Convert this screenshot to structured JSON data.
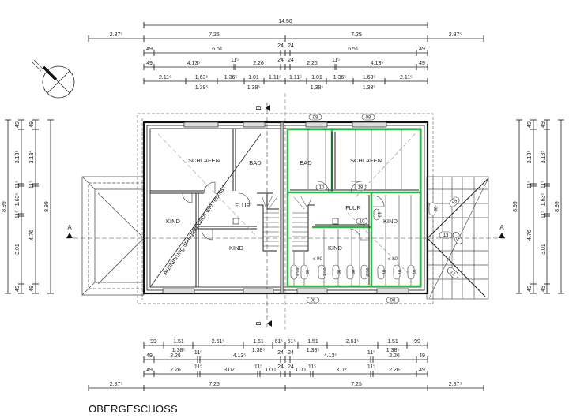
{
  "drawing": {
    "title": "OBERGESCHOSS",
    "accent_color": "#34b34a",
    "note_mirrored": "Ausführung spiegelbildlich wie rechts !",
    "section_markers": {
      "A": "A",
      "B": "B"
    },
    "north_arrow": "north-arrow-symbol"
  },
  "dims_top": {
    "overall": "14.50",
    "row2": [
      "2.87⁵",
      "7.25",
      "7.25",
      "2.87⁵"
    ],
    "row3": [
      "49",
      "6.51",
      "24",
      "24",
      "6.51",
      "49"
    ],
    "row4": [
      "49",
      "4.13⁵",
      "11⁵",
      "2.26",
      "24",
      "24",
      "2.26",
      "11⁵",
      "4.13⁵",
      "49"
    ],
    "row5_upper": [
      "2.11⁵",
      "1.63⁵",
      "1.36⁵",
      "1.01",
      "1.11⁵",
      "1.11⁵",
      "1.01",
      "1.36⁵",
      "1.63⁵",
      "2.11⁵"
    ],
    "row5_lower": [
      "1.38⁵",
      "1.38⁵",
      "1.38⁵",
      "1.38⁵"
    ]
  },
  "dims_bottom": {
    "row1_upper": [
      "99",
      "1.51",
      "2.61⁵",
      "1.51",
      "61⁵",
      "61⁵",
      "1.51",
      "2.61⁵",
      "1.51",
      "99"
    ],
    "row1_lower": [
      "1.38⁵",
      "1.38⁵",
      "1.38⁵",
      "1.38⁵"
    ],
    "row2": [
      "49",
      "2.26",
      "11⁵",
      "4.13⁵",
      "24",
      "24",
      "4.13⁵",
      "11⁵",
      "2.26",
      "49"
    ],
    "row3": [
      "49",
      "2.26",
      "11⁵",
      "3.02",
      "11⁵",
      "1.00",
      "24",
      "24",
      "1.00",
      "11⁵",
      "3.02",
      "11⁵",
      "2.26",
      "49"
    ],
    "row4": [
      "2.87⁵",
      "7.25",
      "7.25",
      "2.87⁵"
    ]
  },
  "dims_left": {
    "outer": "8.99",
    "col2": [
      "49",
      "3.13⁵",
      "11⁵",
      "1.63⁵",
      "11⁵",
      "3.01",
      "49"
    ],
    "col3": [
      "49",
      "3.13⁵",
      "11⁵",
      "4.76",
      "49"
    ],
    "col4": "8.99"
  },
  "dims_right": {
    "col1": "8.99",
    "col2": [
      "49",
      "3.13⁵",
      "11⁵",
      "4.76",
      "49"
    ],
    "col3": [
      "49",
      "3.13⁵",
      "11⁵",
      "1.63⁵",
      "11⁵",
      "3.01",
      "49"
    ],
    "col4": "8.99"
  },
  "rooms_left": {
    "schlafen": "SCHLAFEN",
    "bad": "BAD",
    "flur": "FLUR",
    "kind_west": "KIND",
    "kind_south": "KIND"
  },
  "rooms_right": {
    "bad": "BAD",
    "schlafen": "SCHLAFEN",
    "flur": "FLUR",
    "kind_south": "KIND",
    "kind_east": "KIND"
  },
  "tags": {
    "top_window_1": "08",
    "top_window_2": "08",
    "bottom_window_1": "08",
    "bottom_window_2": "08",
    "door_bad": "10",
    "door_schlafen": "18",
    "door_flur": "10",
    "door_kind": "10",
    "clear_1": "≤ 90",
    "clear_2": "≤ 80",
    "beams": [
      "05.1",
      "05",
      "06.1",
      "06",
      "06",
      "06.2",
      "07",
      "07",
      "07"
    ],
    "roof_right": [
      "08",
      "15",
      "13",
      "11",
      "12"
    ]
  }
}
